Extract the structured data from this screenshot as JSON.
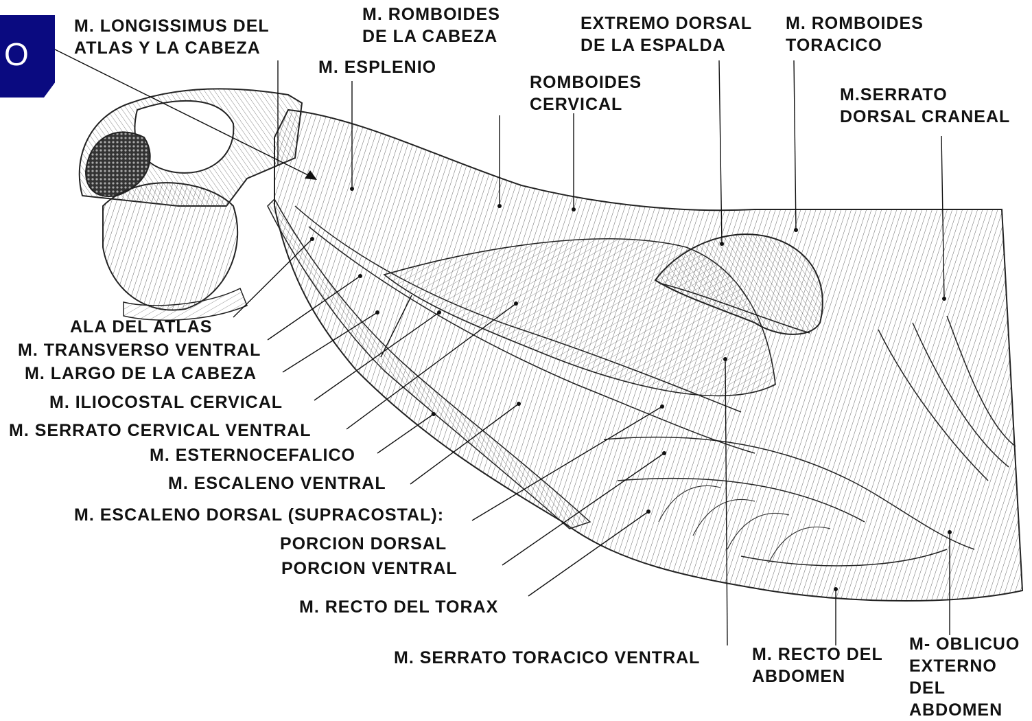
{
  "badge": {
    "text": "O",
    "color": "#0a0a80"
  },
  "labels": {
    "longissimus": [
      "M. LONGISSIMUS DEL",
      "ATLAS Y LA CABEZA"
    ],
    "romboides_cabeza": [
      "M. ROMBOIDES",
      "DE LA CABEZA"
    ],
    "esplenio": [
      "M. ESPLENIO"
    ],
    "extremo_dorsal": [
      "EXTREMO DORSAL",
      "DE LA ESPALDA"
    ],
    "romboides_toracico": [
      "M. ROMBOIDES",
      "TORACICO"
    ],
    "romboides_cervical": [
      "ROMBOIDES",
      "CERVICAL"
    ],
    "serrato_dorsal": [
      "M.SERRATO",
      "DORSAL CRANEAL"
    ],
    "ala_atlas": [
      "ALA DEL ATLAS"
    ],
    "transverso": [
      "M. TRANSVERSO VENTRAL"
    ],
    "largo_cabeza": [
      "M. LARGO DE LA CABEZA"
    ],
    "iliocostal": [
      "M. ILIOCOSTAL CERVICAL"
    ],
    "serrato_cervical": [
      "M. SERRATO CERVICAL VENTRAL"
    ],
    "esternocefalico": [
      "M. ESTERNOCEFALICO"
    ],
    "escaleno_ventral": [
      "M. ESCALENO VENTRAL"
    ],
    "escaleno_dorsal": [
      "M. ESCALENO DORSAL (SUPRACOSTAL):"
    ],
    "porcion_dorsal": [
      "PORCION DORSAL"
    ],
    "porcion_ventral": [
      "PORCION VENTRAL"
    ],
    "recto_torax": [
      "M. RECTO DEL TORAX"
    ],
    "serrato_toracico": [
      "M. SERRATO TORACICO VENTRAL"
    ],
    "recto_abdomen": [
      "M. RECTO DEL",
      "ABDOMEN"
    ],
    "oblicuo": [
      "M- OBLICUO",
      "EXTERNO",
      "DEL",
      "ABDOMEN"
    ]
  }
}
